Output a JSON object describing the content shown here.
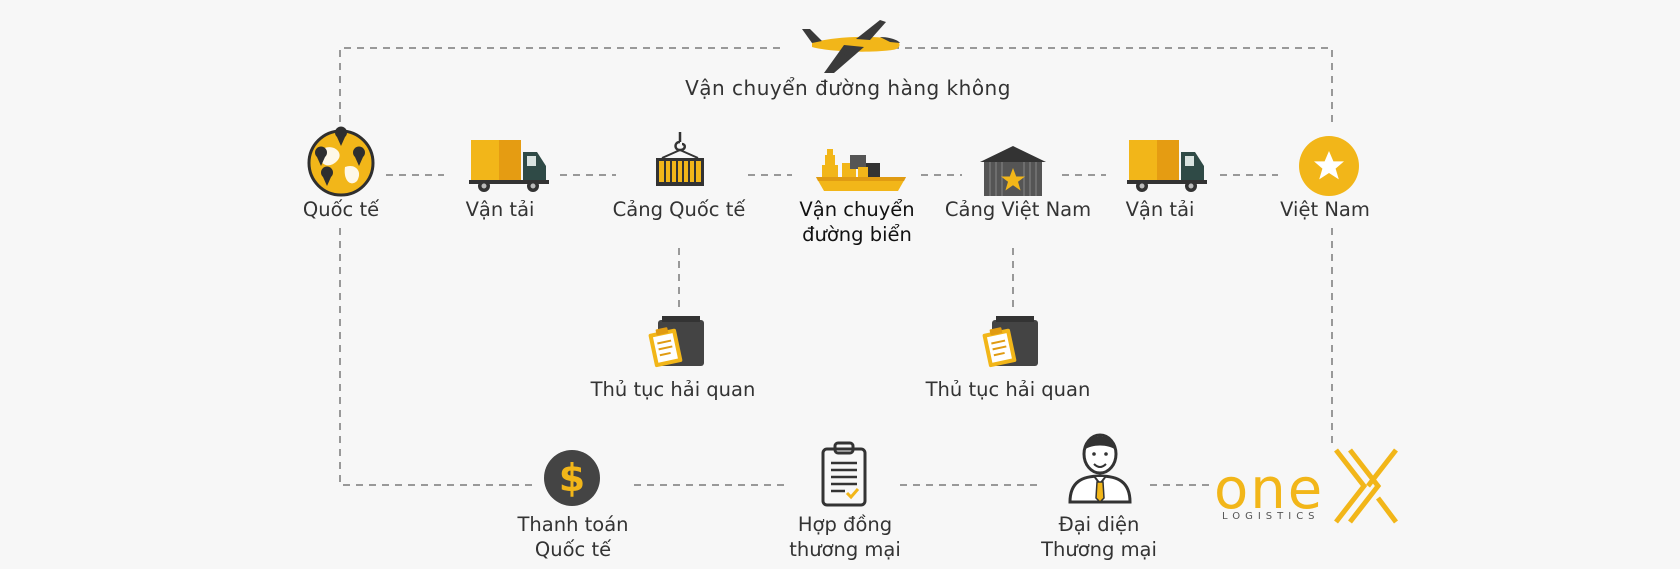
{
  "labels": {
    "air": "Vận chuyển đường hàng không",
    "intl": "Quốc tế",
    "transport_left": "Vận tải",
    "port_intl": "Cảng Quốc tế",
    "sea_line1": "Vận chuyển",
    "sea_line2": "đường biển",
    "port_vn": "Cảng Việt Nam",
    "transport_right": "Vận tải",
    "vietnam": "Việt Nam",
    "customs_left": "Thủ tục hải quan",
    "customs_right": "Thủ tục hải quan",
    "payment_line1": "Thanh toán",
    "payment_line2": "Quốc tế",
    "contract_line1": "Hợp đồng",
    "contract_line2": "thương mại",
    "rep_line1": "Đại diện",
    "rep_line2": "Thương mại"
  },
  "logo": {
    "text": "one",
    "mark": "X",
    "subtitle": "LOGISTICS"
  },
  "colors": {
    "accent": "#f2b619",
    "accent_dark": "#e09b12",
    "dark": "#444444",
    "truck_cab": "#2f4a46",
    "line": "#777777"
  },
  "icons": [
    "airplane-icon",
    "globe-icon",
    "truck-icon",
    "container-crane-icon",
    "ship-icon",
    "warehouse-icon",
    "truck-icon",
    "star-icon",
    "customs-box-icon",
    "dollar-icon",
    "clipboard-icon",
    "businessman-icon",
    "onex-logo"
  ]
}
